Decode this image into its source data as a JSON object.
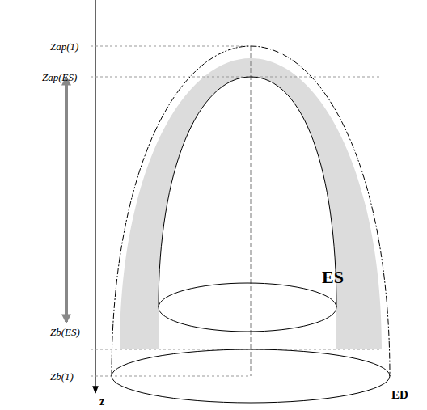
{
  "diagram": {
    "labels": [
      "Zap(1)",
      "Zap(ES)",
      "Zb(ES)",
      "Zb(1)",
      "z",
      "ES",
      "ED"
    ]
  }
}
